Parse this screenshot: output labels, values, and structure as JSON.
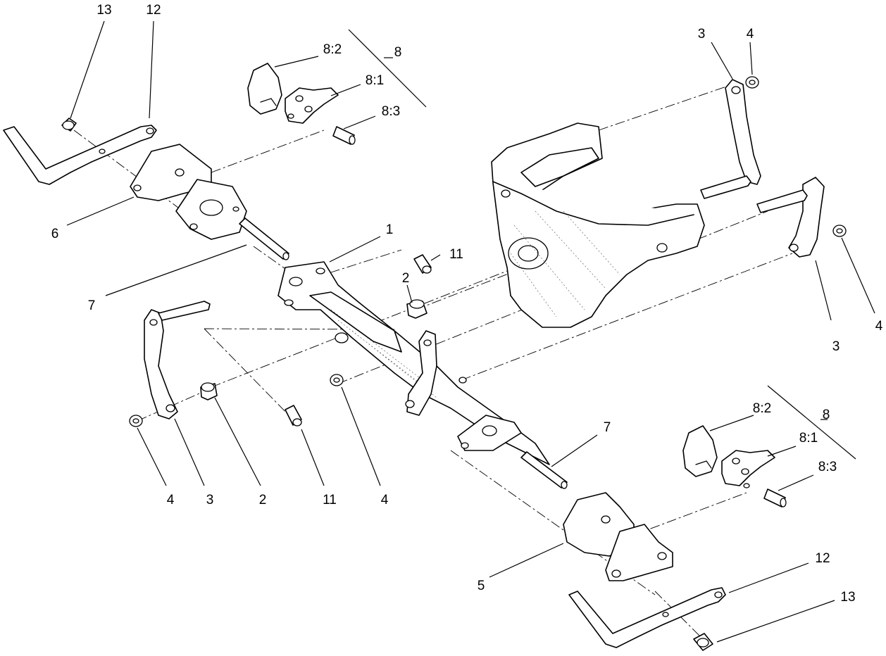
{
  "callouts": {
    "c13_top": "13",
    "c12_top": "12",
    "c8_2_top": "8:2",
    "c8_top": "8",
    "c8_1_top": "8:1",
    "c8_3_top": "8:3",
    "c6": "6",
    "c7_left": "7",
    "c1": "1",
    "c11_top": "11",
    "c2_top": "2",
    "c3_top_right": "3",
    "c4_top_right": "4",
    "c4_right": "4",
    "c3_right": "3",
    "c4_bl": "4",
    "c3_bl": "3",
    "c2_bl": "2",
    "c11_bl": "11",
    "c4_bc": "4",
    "c7_right": "7",
    "c8_2_bottom": "8:2",
    "c8_bottom": "8",
    "c8_1_bottom": "8:1",
    "c8_3_bottom": "8:3",
    "c5": "5",
    "c12_bottom": "12",
    "c13_bottom": "13"
  }
}
